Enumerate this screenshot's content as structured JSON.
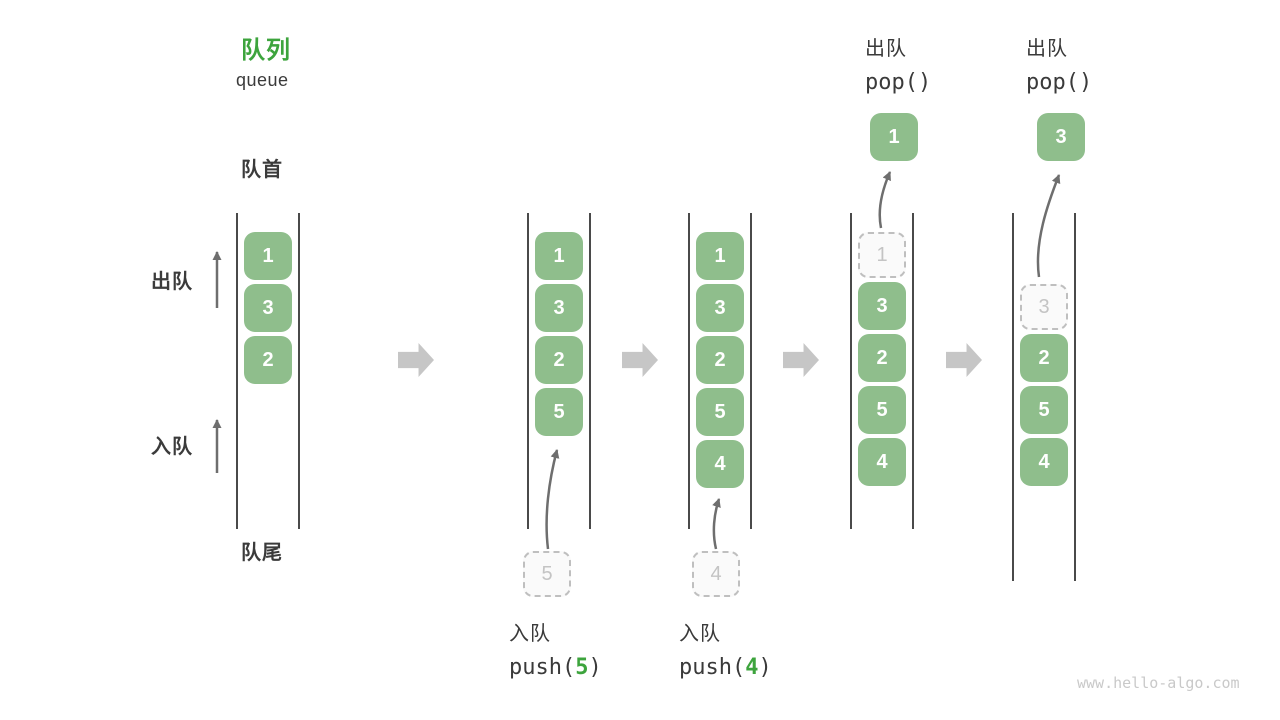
{
  "header": {
    "title_zh": "队列",
    "title_en": "queue"
  },
  "labels": {
    "front": "队首",
    "rear": "队尾",
    "dequeue_side": "出队",
    "enqueue_side": "入队"
  },
  "stages": [
    {
      "boxes": [
        "1",
        "3",
        "2"
      ]
    },
    {
      "boxes": [
        "1",
        "3",
        "2",
        "5"
      ],
      "incoming": "5",
      "op": {
        "name": "入队",
        "fn": "push(",
        "arg": "5",
        "close": ")"
      }
    },
    {
      "boxes": [
        "1",
        "3",
        "2",
        "5",
        "4"
      ],
      "incoming": "4",
      "op": {
        "name": "入队",
        "fn": "push(",
        "arg": "4",
        "close": ")"
      }
    },
    {
      "ghost": "1",
      "boxes": [
        "3",
        "2",
        "5",
        "4"
      ],
      "popped": "1",
      "op": {
        "name": "出队",
        "fn": "pop()"
      }
    },
    {
      "ghost": "3",
      "boxes": [
        "2",
        "5",
        "4"
      ],
      "popped": "3",
      "op": {
        "name": "出队",
        "fn": "pop()"
      }
    }
  ],
  "watermark": "www.hello-algo.com",
  "colors": {
    "box_green": "#8fbe8c",
    "accent_green": "#3da43d",
    "queue_line": "#4a4a4a",
    "block_arrow": "#c6c6c6",
    "thin_arrow": "#6e6e6e",
    "ghost_border": "#bfbfbf",
    "ghost_text": "#c4c4c4",
    "text_dark": "#3b3b3b",
    "watermark_gray": "#c9c9c9"
  }
}
